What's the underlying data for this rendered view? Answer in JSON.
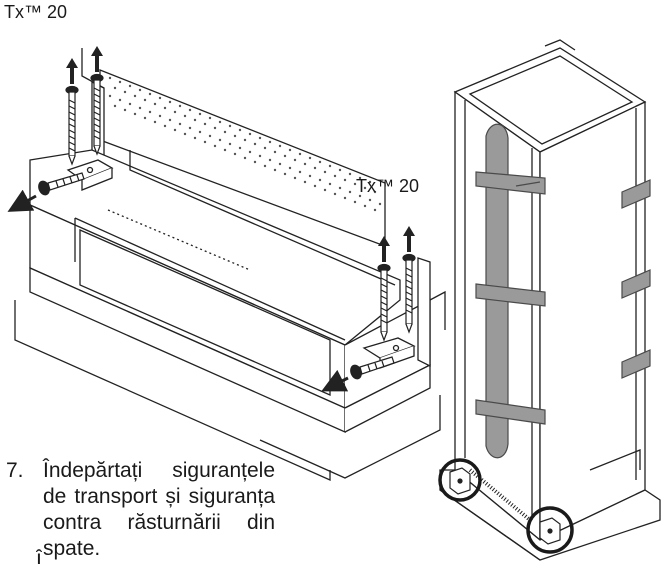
{
  "labels": {
    "tool_left": "Tx™ 20",
    "tool_right": "Tx™ 20"
  },
  "instruction": {
    "number": "7.",
    "text": "Îndepărtați siguranțele de transport și siguranța contra răsturnării din spate.",
    "next_line_fragment": "Î"
  },
  "colors": {
    "line": "#222222",
    "strap": "#9a9a9a",
    "strap_edge": "#4a4a4a",
    "fill": "#ffffff"
  },
  "icons": [
    "screw-icon",
    "arrow-up-icon",
    "arrow-left-icon",
    "highlight-circle-icon"
  ]
}
